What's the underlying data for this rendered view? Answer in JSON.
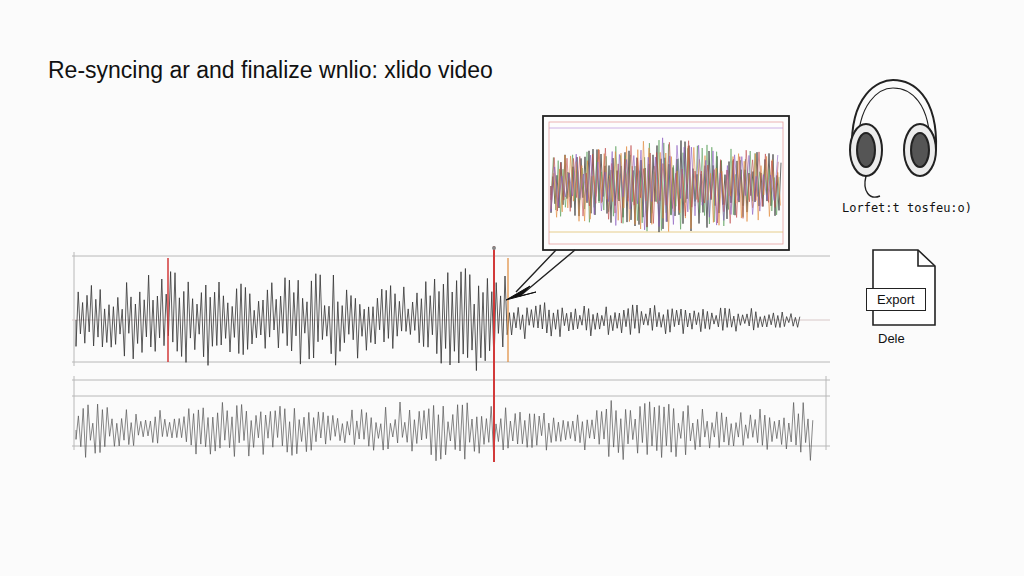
{
  "diagram": {
    "title": "Re-syncing ar and finalize wnlio: xlido video",
    "nodes": [
      {
        "text": [
          "Export"
        ]
      }
    ],
    "labels": [
      "Lorfet:t tosfeu:o)",
      "Dele"
    ]
  }
}
